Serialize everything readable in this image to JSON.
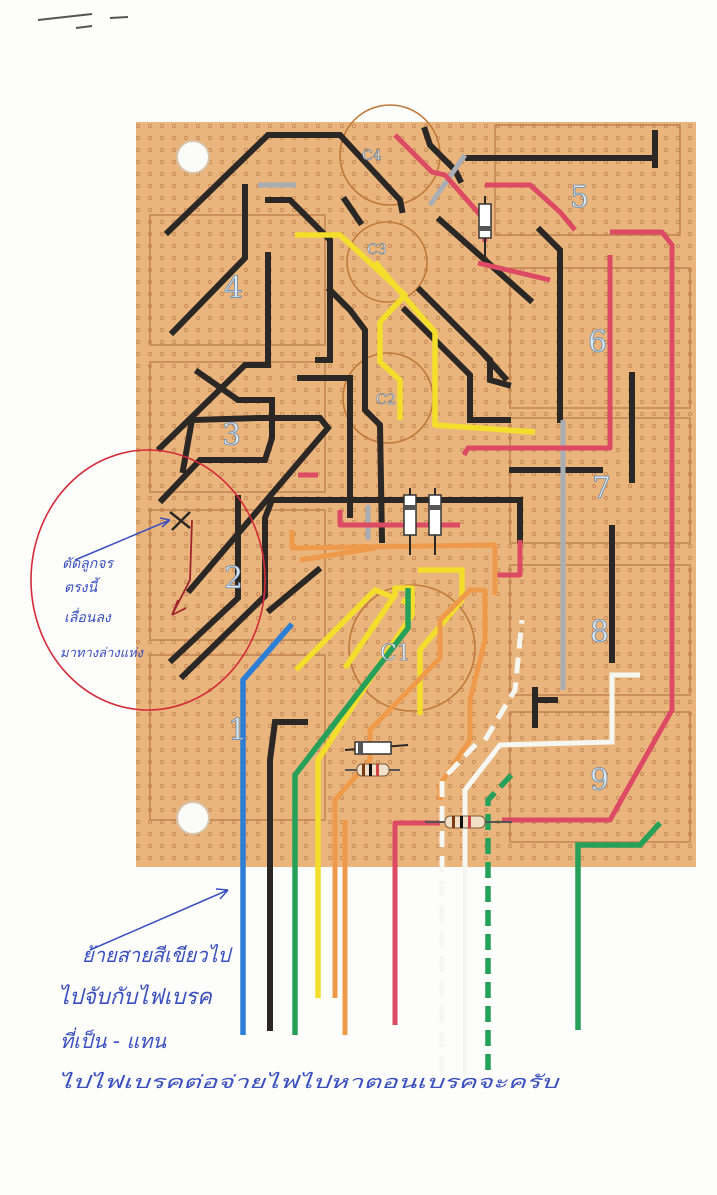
{
  "board": {
    "background_color": "#e8b47a",
    "hole_color": "#c98952",
    "module_labels": [
      "1",
      "2",
      "3",
      "4",
      "5",
      "6",
      "7",
      "8",
      "9"
    ],
    "capacitor_labels": {
      "c1": "C1",
      "c2": "C2",
      "c3": "C3",
      "c4": "C4"
    }
  },
  "annotations": {
    "left_note_lines": [
      "ตัดลูกจร",
      "ตรงนี้",
      "เลื่อนลง",
      "มาทางล่างแห่ง"
    ],
    "bottom_note_lines": [
      "ย้ายสายสีเขียวไป",
      "ไปจับกับไฟเบรค",
      "ที่เป็น - แทน",
      "ไปไฟเบรคต่อจ่ายไฟไปหาตอนเบรคจะครับ"
    ]
  },
  "colors": {
    "black_wire": "#2b2724",
    "yellow_wire": "#f3df2b",
    "red_wire": "#dc4a63",
    "orange_wire": "#ef9a4a",
    "blue_wire": "#2d7fd6",
    "green_wire": "#27a05a",
    "grey_wire": "#a9adb4",
    "white_wire": "#f7f7f2",
    "pen_blue": "#3a4fc0",
    "pen_red": "#d42a3a"
  }
}
